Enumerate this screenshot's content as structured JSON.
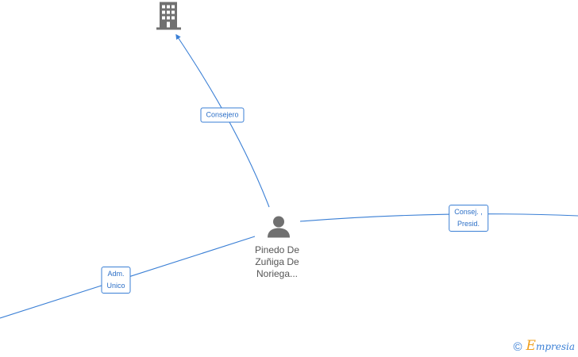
{
  "graph": {
    "edges": [
      {
        "id": "consejero",
        "label_lines": [
          "Consejero"
        ]
      },
      {
        "id": "consej-presid",
        "label_lines": [
          "Consej. ,",
          "Presid."
        ]
      },
      {
        "id": "adm-unico",
        "label_lines": [
          "Adm.",
          "Unico"
        ]
      }
    ],
    "person": {
      "name_lines": [
        "Pinedo De",
        "Zuñiga De",
        "Noriega..."
      ],
      "icon": "person-icon"
    },
    "company": {
      "icon": "building-icon"
    }
  },
  "watermark": {
    "copyright_symbol": "©",
    "brand_first": "E",
    "brand_rest": "mpresia"
  },
  "colors": {
    "edge": "#3a7fd5",
    "icon": "#707070",
    "brand_accent": "#f0a01e"
  }
}
